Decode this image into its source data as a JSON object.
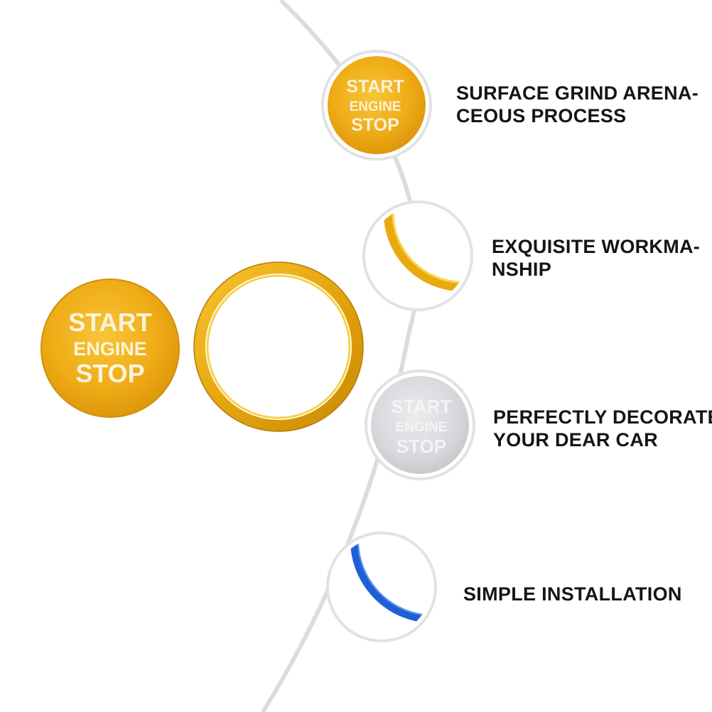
{
  "colors": {
    "gold": "#f0b21c",
    "gold_dark": "#c98c08",
    "silver": "#d8d8dc",
    "blue": "#1f5fd6",
    "connector": "#dcdcdc"
  },
  "main_product": {
    "button_label_line1": "START",
    "button_label_line2": "ENGINE",
    "button_label_line3": "STOP"
  },
  "features": [
    {
      "thumb": "gold-button",
      "line1": "SURFACE GRIND ARENA-",
      "line2": "CEOUS PROCESS",
      "button_label_line1": "START",
      "button_label_line2": "ENGINE",
      "button_label_line3": "STOP"
    },
    {
      "thumb": "gold-ring-detail",
      "line1": "EXQUISITE WORKMA-",
      "line2": "NSHIP"
    },
    {
      "thumb": "silver-button",
      "line1": "PERFECTLY DECORATE",
      "line2": "YOUR DEAR CAR",
      "button_label_line1": "START",
      "button_label_line2": "ENGINE",
      "button_label_line3": "STOP"
    },
    {
      "thumb": "blue-ring-detail",
      "line1": "SIMPLE INSTALLATION"
    }
  ]
}
